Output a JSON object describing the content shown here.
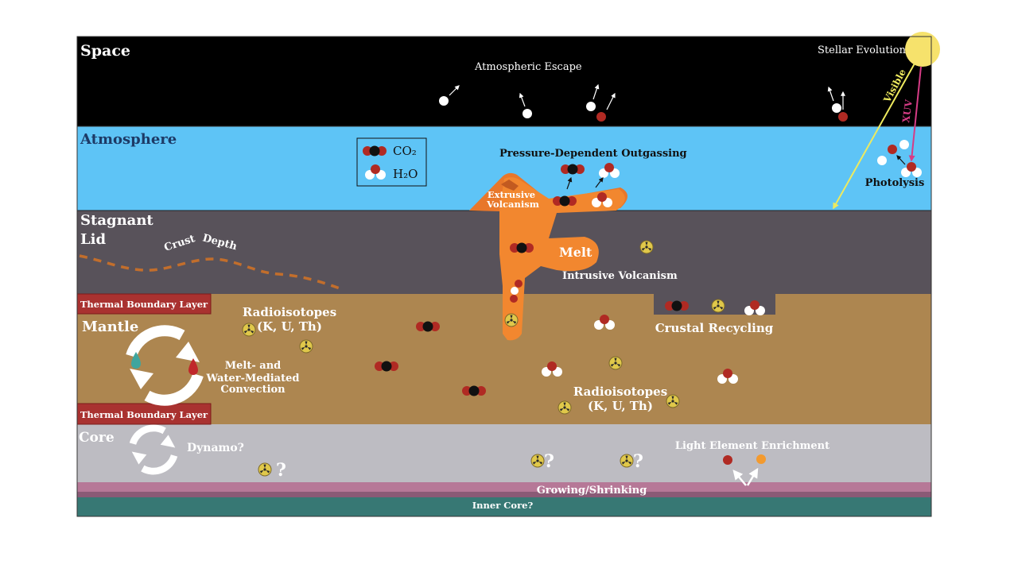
{
  "layers": {
    "space": "Space",
    "atmosphere": "Atmosphere",
    "lid_line1": "Stagnant",
    "lid_line2": "Lid",
    "mantle": "Mantle",
    "core": "Core"
  },
  "labels": {
    "atmospheric_escape": "Atmospheric Escape",
    "stellar_evolution": "Stellar Evolution",
    "visible": "Visible",
    "xuv": "XUV",
    "photolysis": "Photolysis",
    "pressure_outgassing": "Pressure-Dependent Outgassing",
    "extrusive_1": "Extrusive",
    "extrusive_2": "Volcanism",
    "crust": "Crust",
    "depth": "Depth",
    "melt": "Melt",
    "intrusive": "Intrusive Volcanism",
    "tbl_top": "Thermal Boundary Layer",
    "tbl_bottom": "Thermal Boundary Layer",
    "radio1_line1": "Radioisotopes",
    "radio1_line2": "(K, U, Th)",
    "radio2_line1": "Radioisotopes",
    "radio2_line2": "(K, U, Th)",
    "crustal_recycling": "Crustal Recycling",
    "convection_1": "Melt- and",
    "convection_2": "Water-Mediated",
    "convection_3": "Convection",
    "dynamo": "Dynamo?",
    "light_element": "Light Element Enrichment",
    "growing": "Growing/Shrinking",
    "inner_core": "Inner Core?",
    "question": "?"
  },
  "legend": {
    "co2": "CO₂",
    "h2o": "H₂O"
  },
  "colors": {
    "space": "#000000",
    "atmosphere": "#5ec4f6",
    "lid": "#58525a",
    "mantle": "#ad8650",
    "core": "#bdbcc2",
    "growing_band": "#b67897",
    "inner_core": "#377874",
    "thermal_boundary": "#a93230",
    "melt": "#f2872f",
    "carbon": "#111111",
    "oxygen": "#b02a23",
    "hydrogen": "#ffffff",
    "radio_symbol": "#e0c84a",
    "visible_ray": "#eeea5e",
    "xuv_ray": "#d63c86",
    "sun": "#f6e26c"
  },
  "icons": [
    "radioactive-icon",
    "water-drop-icon",
    "blood-drop-icon",
    "convection-cycle-icon",
    "dynamo-cycle-icon",
    "sun-icon"
  ]
}
